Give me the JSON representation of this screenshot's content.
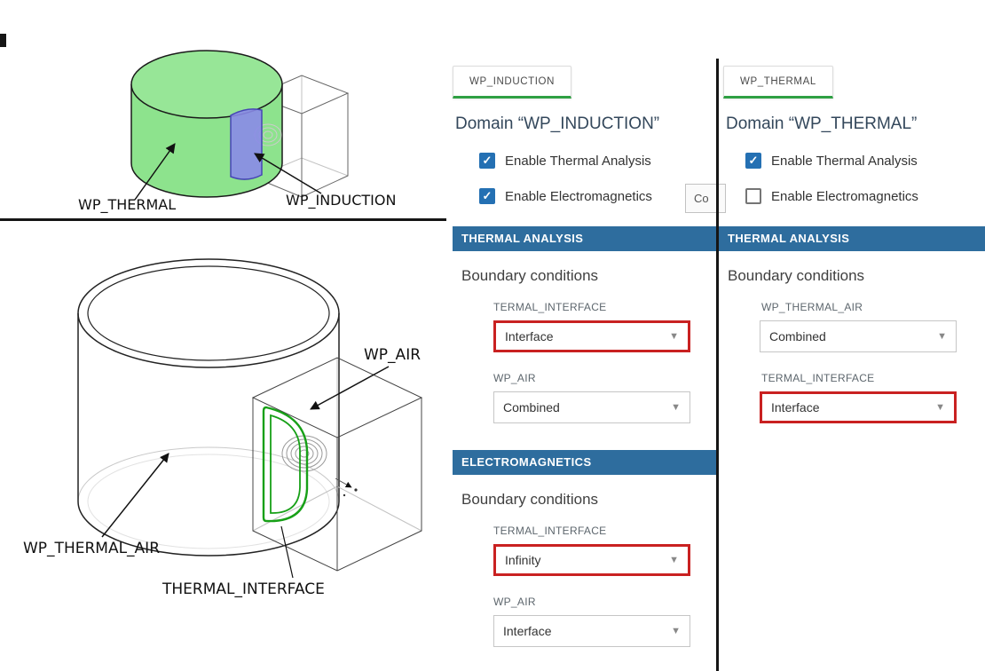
{
  "colors": {
    "section_header_bg": "#2e6d9e",
    "checkbox_checked": "#2470b3",
    "highlight_border": "#c92121",
    "tab_underline": "#2fa043",
    "cylinder_fill": "#8de38d",
    "workpiece_fill": "#8a8ae8",
    "interface_outline": "#17a017"
  },
  "diagram_top": {
    "labels": {
      "thermal": "WP_THERMAL",
      "induction": "WP_INDUCTION"
    }
  },
  "diagram_bottom": {
    "labels": {
      "air": "WP_AIR",
      "thermal_air": "WP_THERMAL_AIR",
      "interface": "THERMAL_INTERFACE"
    }
  },
  "panel_induction": {
    "tab": "WP_INDUCTION",
    "title": "Domain “WP_INDUCTION”",
    "checkboxes": [
      {
        "label": "Enable Thermal Analysis",
        "checked": true
      },
      {
        "label": "Enable Electromagnetics",
        "checked": true
      }
    ],
    "truncated_button_label": "Co",
    "sections": [
      {
        "header": "THERMAL ANALYSIS",
        "subheading": "Boundary conditions",
        "fields": [
          {
            "label": "TERMAL_INTERFACE",
            "value": "Interface",
            "highlighted": true
          },
          {
            "label": "WP_AIR",
            "value": "Combined",
            "highlighted": false
          }
        ]
      },
      {
        "header": "ELECTROMAGNETICS",
        "subheading": "Boundary conditions",
        "fields": [
          {
            "label": "TERMAL_INTERFACE",
            "value": "Infinity",
            "highlighted": true
          },
          {
            "label": "WP_AIR",
            "value": "Interface",
            "highlighted": false
          }
        ]
      }
    ]
  },
  "panel_thermal": {
    "tab": "WP_THERMAL",
    "title": "Domain “WP_THERMAL”",
    "checkboxes": [
      {
        "label": "Enable Thermal Analysis",
        "checked": true
      },
      {
        "label": "Enable Electromagnetics",
        "checked": false
      }
    ],
    "sections": [
      {
        "header": "THERMAL ANALYSIS",
        "subheading": "Boundary conditions",
        "fields": [
          {
            "label": "WP_THERMAL_AIR",
            "value": "Combined",
            "highlighted": false
          },
          {
            "label": "TERMAL_INTERFACE",
            "value": "Interface",
            "highlighted": true
          }
        ]
      }
    ]
  }
}
